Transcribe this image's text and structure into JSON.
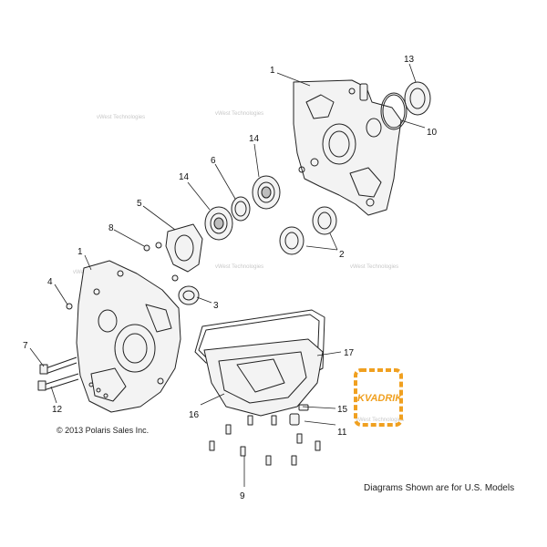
{
  "callouts": [
    {
      "label": "1"
    },
    {
      "label": "13"
    },
    {
      "label": "10"
    },
    {
      "label": "14"
    },
    {
      "label": "6"
    },
    {
      "label": "14"
    },
    {
      "label": "5"
    },
    {
      "label": "8"
    },
    {
      "label": "2"
    },
    {
      "label": "1"
    },
    {
      "label": "4"
    },
    {
      "label": "3"
    },
    {
      "label": "7"
    },
    {
      "label": "17"
    },
    {
      "label": "12"
    },
    {
      "label": "16"
    },
    {
      "label": "15"
    },
    {
      "label": "11"
    },
    {
      "label": "9"
    }
  ],
  "watermark_text": "vWest Technologies",
  "copyright": "© 2013 Polaris Sales Inc.",
  "disclaimer": "Diagrams Shown are for U.S. Models",
  "logo": {
    "text": "KVADRIK",
    "color": "#f0a020"
  }
}
